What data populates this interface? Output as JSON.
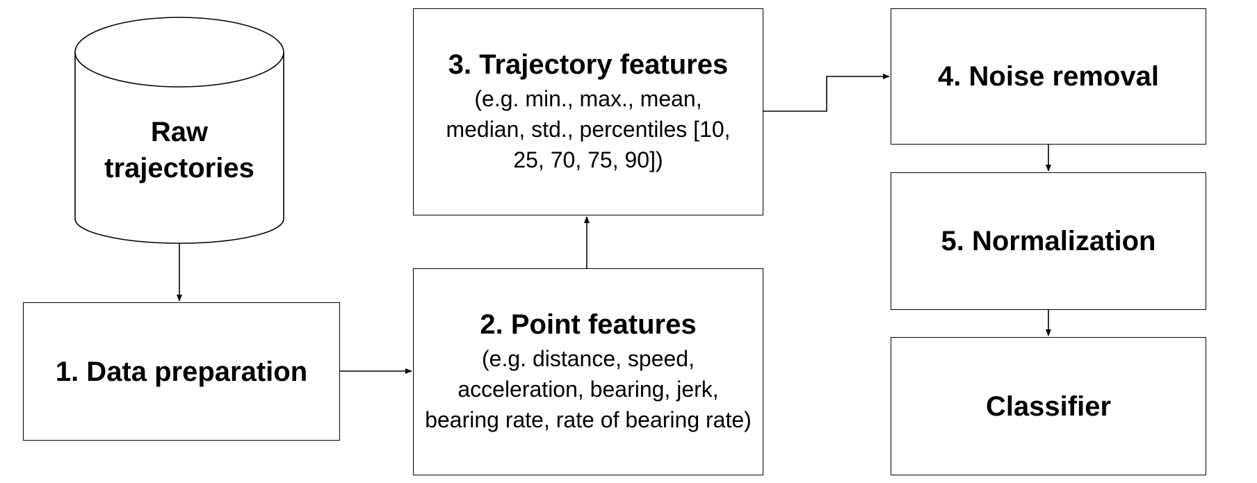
{
  "database": {
    "label": "Raw\ntrajectories"
  },
  "steps": {
    "data_preparation": {
      "title": "1. Data preparation"
    },
    "point_features": {
      "title": "2. Point features",
      "detail": "(e.g. distance, speed, acceleration, bearing, jerk, bearing rate, rate of bearing rate)"
    },
    "trajectory_features": {
      "title": "3. Trajectory features",
      "detail": "(e.g. min., max., mean, median, std., percentiles [10, 25, 70, 75, 90])"
    },
    "noise_removal": {
      "title": "4. Noise removal"
    },
    "normalization": {
      "title": "5. Normalization"
    },
    "classifier": {
      "title": "Classifier"
    }
  }
}
